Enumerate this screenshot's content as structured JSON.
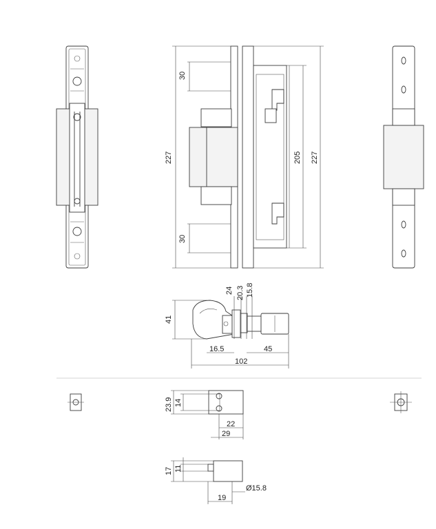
{
  "dimensions": {
    "top_upper_30": "30",
    "top_total_227_left": "227",
    "top_lower_30": "30",
    "top_inner_205": "205",
    "top_total_227_right": "227",
    "side_height_41": "41",
    "side_24": "24",
    "side_20_3": "20.3",
    "side_15_8": "15.8",
    "side_16_5": "16.5",
    "side_45": "45",
    "side_102": "102",
    "section1_23_9": "23.9",
    "section1_14": "14",
    "section1_22": "22",
    "section1_29": "29",
    "section2_17": "17",
    "section2_11": "11",
    "section2_19": "19",
    "section2_diameter": "Ø15.8"
  },
  "colors": {
    "line": "#3a3a3a",
    "separator": "#c8c8c8",
    "background": "#ffffff"
  }
}
